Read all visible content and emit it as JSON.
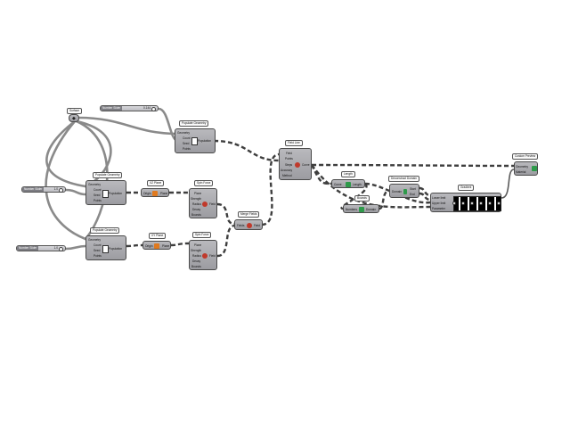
{
  "canvas": {
    "background": "#ffffff"
  },
  "components": {
    "surface": {
      "title": "Surface"
    },
    "slider_top": {
      "label": "Number Slider",
      "value": "0.144"
    },
    "slider_mid": {
      "label": "Number Slider",
      "value": "1.0"
    },
    "slider_bot": {
      "label": "Number Slider",
      "value": "1.0"
    },
    "populate_top": {
      "title": "Populate Geometry",
      "inputs": [
        "Geometry",
        "Count",
        "Seed",
        "Points"
      ],
      "output": "Population"
    },
    "populate_mid": {
      "title": "Populate Geometry",
      "inputs": [
        "Geometry",
        "Count",
        "Seed",
        "Points"
      ],
      "output": "Population"
    },
    "populate_bot": {
      "title": "Populate Geometry",
      "inputs": [
        "Geometry",
        "Count",
        "Seed",
        "Points"
      ],
      "output": "Population"
    },
    "xz_plane": {
      "title": "XZ Plane",
      "input": "Origin",
      "output": "Plane"
    },
    "xy_plane": {
      "title": "XY Plane",
      "input": "Origin",
      "output": "Plane"
    },
    "spin_force_top": {
      "title": "Spin Force",
      "inputs": [
        "Plane",
        "Strength",
        "Radius",
        "Decay",
        "Bounds"
      ],
      "output": "Field"
    },
    "spin_force_bot": {
      "title": "Spin Force",
      "inputs": [
        "Plane",
        "Strength",
        "Radius",
        "Decay",
        "Bounds"
      ],
      "output": "Field"
    },
    "merge_fields": {
      "title": "Merge Fields",
      "input": "Fields",
      "output": "Field"
    },
    "field_line": {
      "title": "Field Line",
      "inputs": [
        "Field",
        "Points",
        "Steps",
        "Accuracy",
        "Method"
      ],
      "output": "Curve"
    },
    "length": {
      "title": "Length",
      "input": "Curve",
      "output": "Length"
    },
    "bounds": {
      "title": "Bounds",
      "input": "Numbers",
      "output": "Domain"
    },
    "deconstruct_domain": {
      "title": "Deconstruct Domain",
      "input": "Domain",
      "outputs": [
        "Start",
        "End"
      ]
    },
    "gradient": {
      "title": "Gradient",
      "inputs": [
        "Lower limit",
        "Upper limit",
        "Parameter"
      ]
    },
    "custom_preview": {
      "title": "Custom Preview",
      "inputs": [
        "Geometry",
        "Material"
      ]
    }
  },
  "colors": {
    "node": "#a8a8ad",
    "wire": "#8a8a8a",
    "badge_orange": "#e07a1f",
    "badge_red": "#c0392b",
    "badge_green": "#2e9a4a"
  }
}
